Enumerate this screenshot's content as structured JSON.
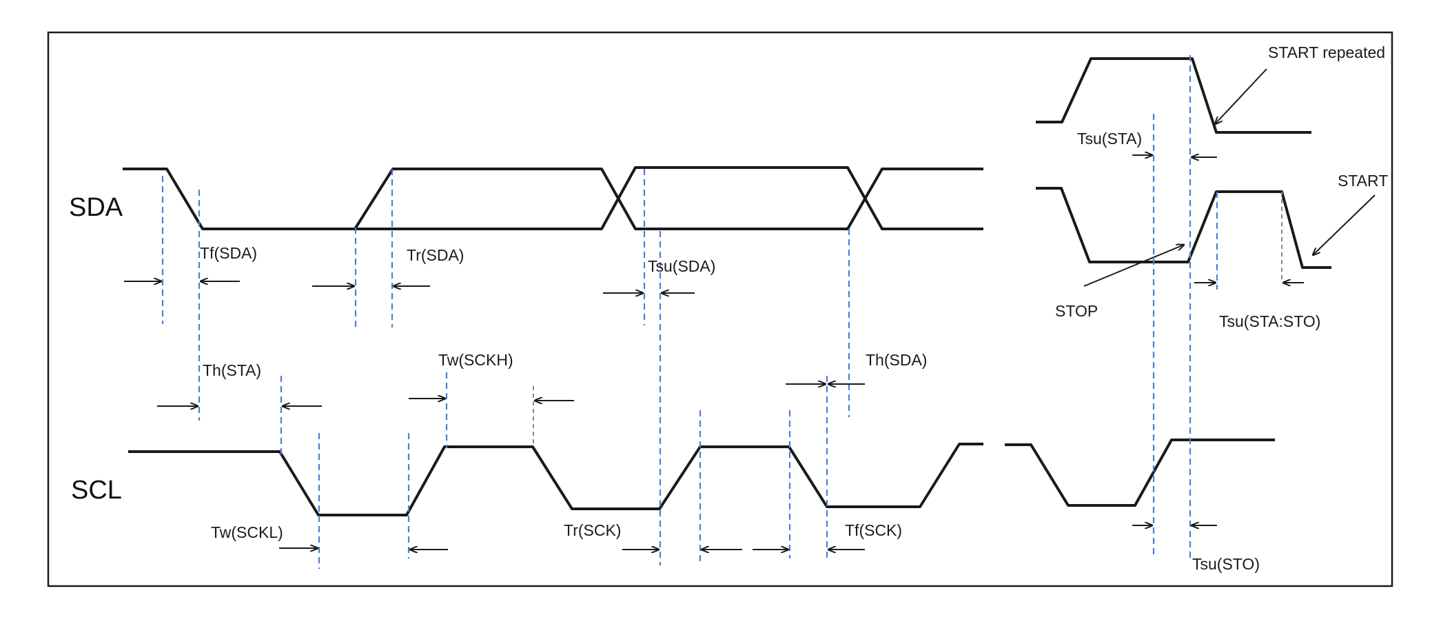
{
  "signals": {
    "sda": "SDA",
    "scl": "SCL"
  },
  "labels": {
    "tf_sda": "Tf(SDA)",
    "tr_sda": "Tr(SDA)",
    "tsu_sda": "Tsu(SDA)",
    "th_sta": "Th(STA)",
    "tw_sckh": "Tw(SCKH)",
    "th_sda": "Th(SDA)",
    "tw_sckl": "Tw(SCKL)",
    "tr_sck": "Tr(SCK)",
    "tf_sck": "Tf(SCK)",
    "start_repeated": "START repeated",
    "tsu_sta": "Tsu(STA)",
    "start": "START",
    "stop": "STOP",
    "tsu_sta_sto": "Tsu(STA:STO)",
    "tsu_sto": "Tsu(STO)"
  },
  "colors": {
    "guide": "#4a7fd6",
    "wave": "#1a1a1a"
  }
}
